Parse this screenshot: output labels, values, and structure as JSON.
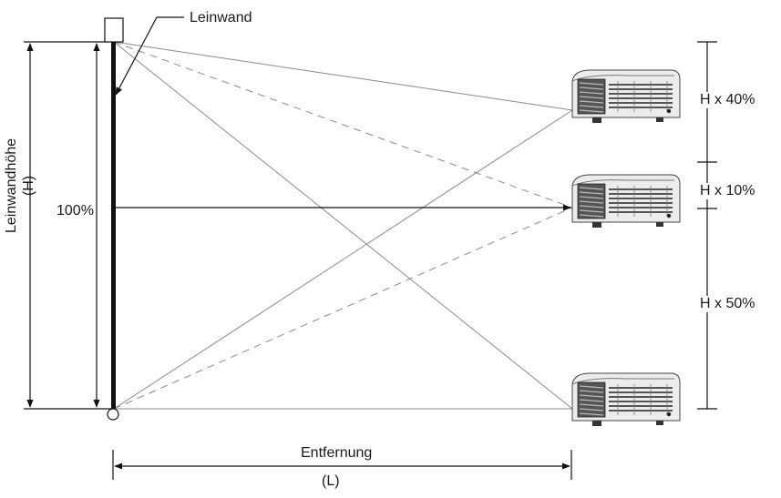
{
  "labels": {
    "screen": "Leinwand",
    "screen_height": "Leinwandhöhe",
    "screen_height_symbol": "(H)",
    "percent_100": "100%",
    "distance": "Entfernung",
    "distance_symbol": "(L)"
  },
  "offsets": [
    "H x 40%",
    "H x 10%",
    "H x 50%"
  ],
  "colors": {
    "lines": "#8a8a8a",
    "dark": "#111111",
    "projector_body": "#ececec"
  }
}
